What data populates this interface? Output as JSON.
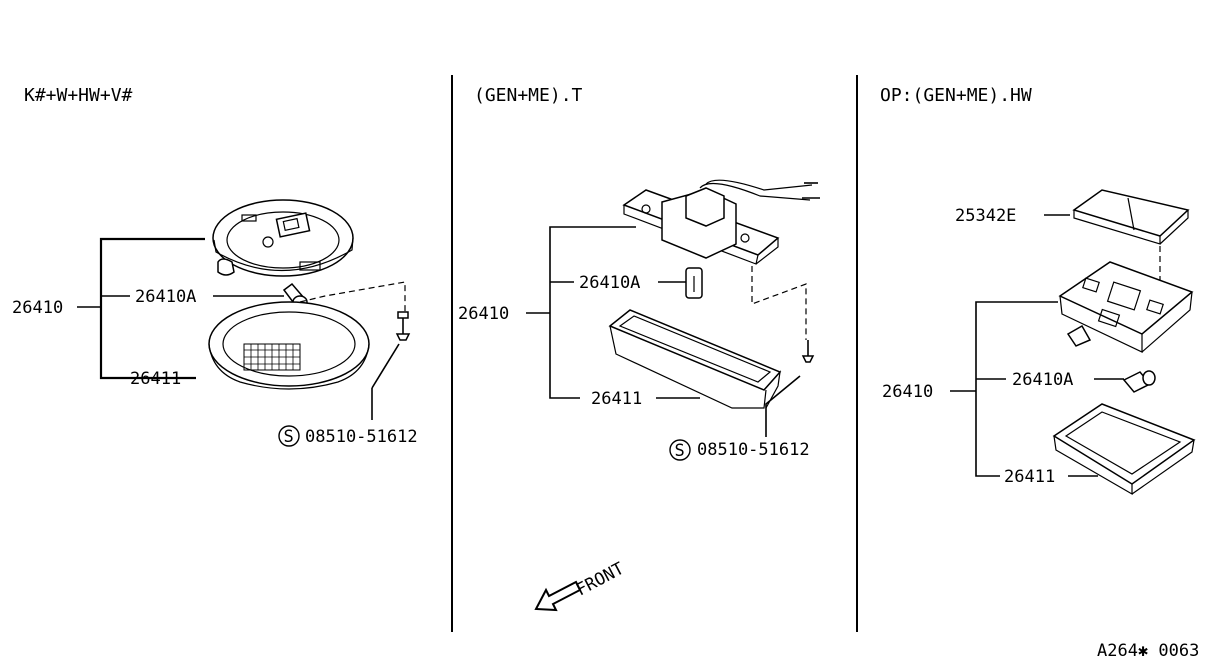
{
  "sections": [
    {
      "header": "K#+W+HW+V#",
      "labels": {
        "assembly": "26410",
        "bulb": "26410A",
        "lens": "26411",
        "screw": "08510-51612"
      }
    },
    {
      "header": "(GEN+ME).T",
      "labels": {
        "assembly": "26410",
        "bulb": "26410A",
        "lens": "26411",
        "screw": "08510-51612"
      }
    },
    {
      "header": "OP:(GEN+ME).HW",
      "labels": {
        "cover": "25342E",
        "assembly": "26410",
        "bulb": "26410A",
        "lens": "26411"
      }
    }
  ],
  "screw_symbol": "S",
  "front_label": "FRONT",
  "figure_code": "A264✱ 0063"
}
